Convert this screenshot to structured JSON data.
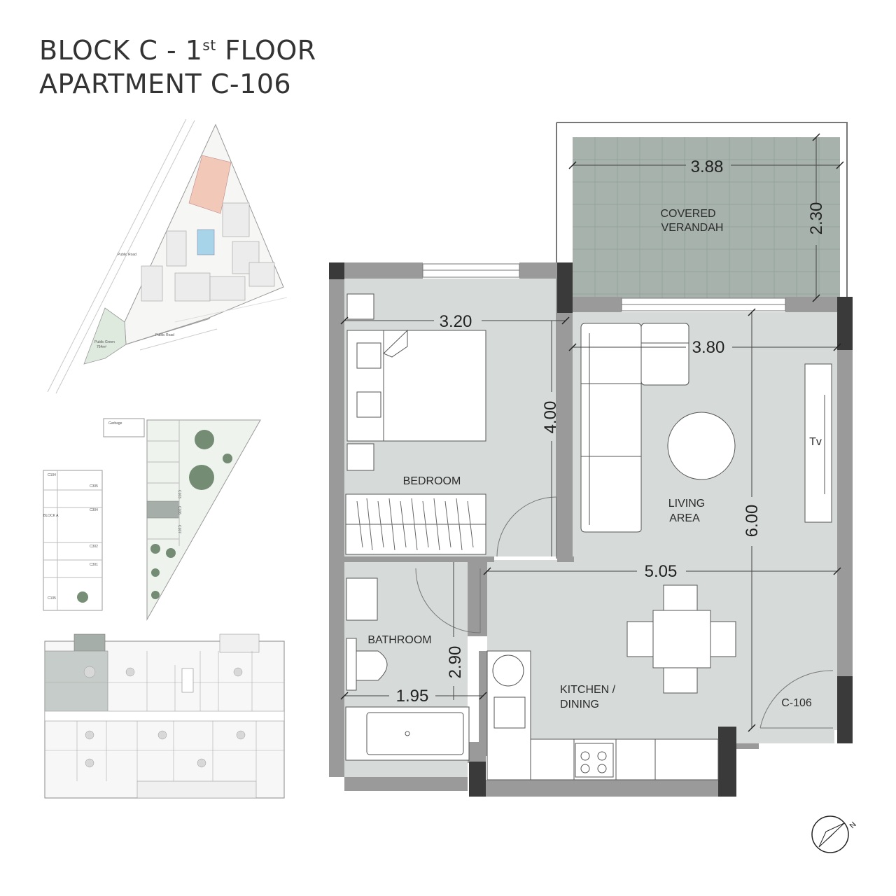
{
  "title": {
    "line1_prefix": "BLOCK C - 1",
    "line1_sup": "st",
    "line1_suffix": " FLOOR",
    "line2": "APARTMENT C-106"
  },
  "rooms": {
    "verandah_1": "COVERED",
    "verandah_2": "VERANDAH",
    "bedroom": "BEDROOM",
    "living_1": "LIVING",
    "living_2": "AREA",
    "bathroom": "BATHROOM",
    "kitchen_1": "KITCHEN /",
    "kitchen_2": "DINING",
    "unit": "C-106",
    "tv": "Tv"
  },
  "dimensions": {
    "verandah_width": "3.88",
    "verandah_depth": "2.30",
    "bedroom_width": "3.20",
    "bedroom_depth": "4.00",
    "living_width": "3.80",
    "living_depth": "6.00",
    "kitchen_width": "5.05",
    "bathroom_width": "1.95",
    "bathroom_depth": "2.90"
  },
  "site_plan": {
    "road_1": "Public Road",
    "road_2": "Public Road",
    "green_1": "Public Green",
    "green_2": "764m²"
  },
  "block_plan": {
    "garbage": "Garbage",
    "units_left": [
      "C104",
      "C305",
      "C304",
      "BLOCK A",
      "C302",
      "C301",
      "C105"
    ],
    "units_right": [
      "C103",
      "C106",
      "C107"
    ]
  },
  "compass": {
    "north": "N"
  },
  "colors": {
    "floor": "#d6dad8",
    "verandah": "#a7b2ac",
    "wall": "#9a9a9a",
    "wall_dark": "#3a3a3a",
    "highlight": "#f2c9b8"
  }
}
